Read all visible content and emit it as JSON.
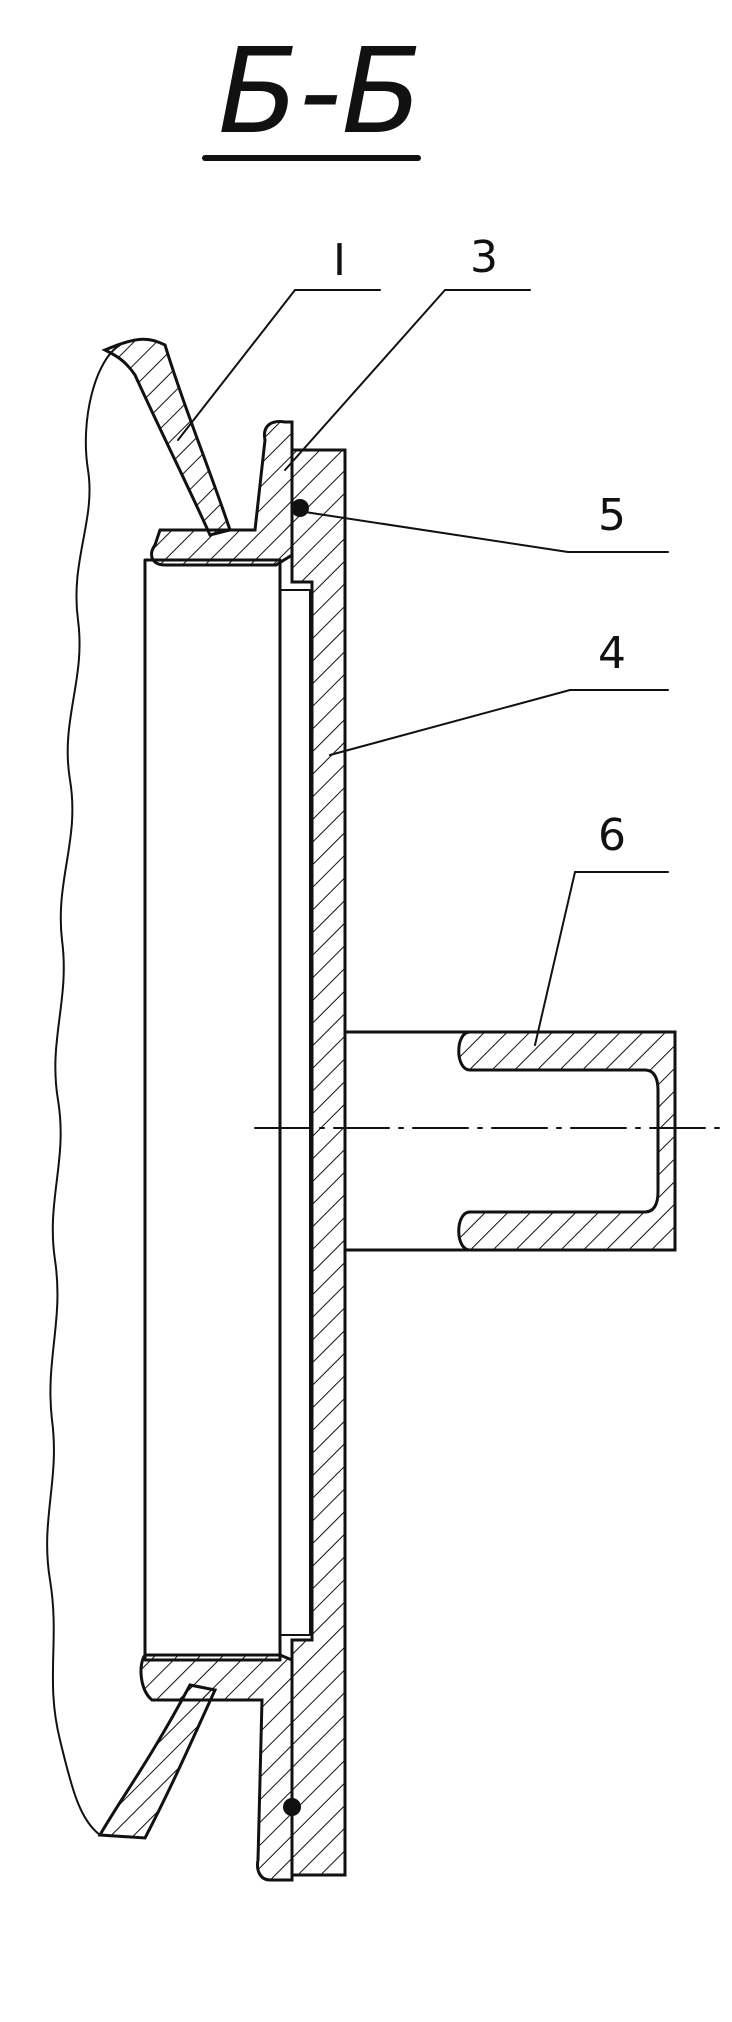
{
  "drawing": {
    "section_title": "Б-Б",
    "labels": {
      "part_1": "I",
      "part_3": "3",
      "part_4": "4",
      "part_5": "5",
      "part_6": "6"
    },
    "ink_color": "#111111",
    "background_color": "#ffffff"
  }
}
